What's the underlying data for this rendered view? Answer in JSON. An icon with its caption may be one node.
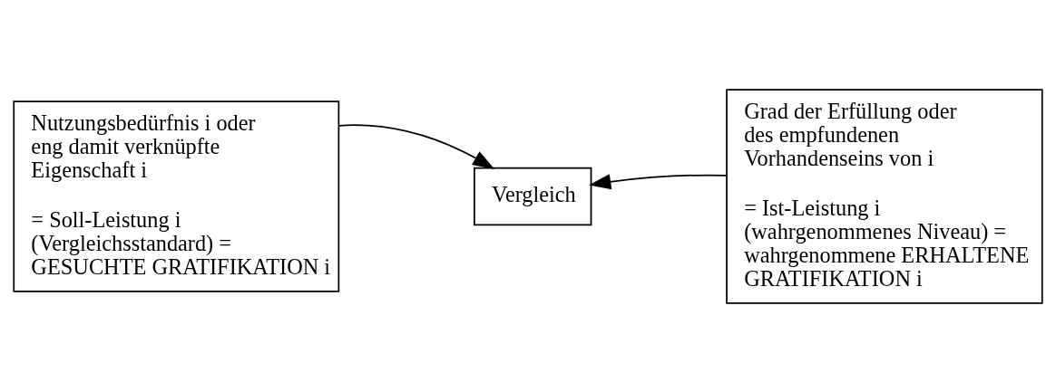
{
  "diagram": {
    "nodes": [
      {
        "text": [
          "Nutzungsbedürfnis i oder eng damit verknüpfte Eigenschaft i",
          "= Soll-Leistung i (Vergleichsstandard) = GESUCHTE GRATIFIKATION i"
        ]
      },
      {
        "text": [
          "Vergleich"
        ]
      },
      {
        "text": [
          "Grad der Erfüllung oder des empfundenen Vorhandenseins von i",
          "= Ist-Leistung i (wahrgenommenes Niveau) = wahrgenommene ERHALTENE GRATIFIKATION i"
        ]
      }
    ],
    "edges": [
      {
        "from": 0,
        "to": 1,
        "arrow": "to"
      },
      {
        "from": 2,
        "to": 1,
        "arrow": "to"
      }
    ]
  }
}
